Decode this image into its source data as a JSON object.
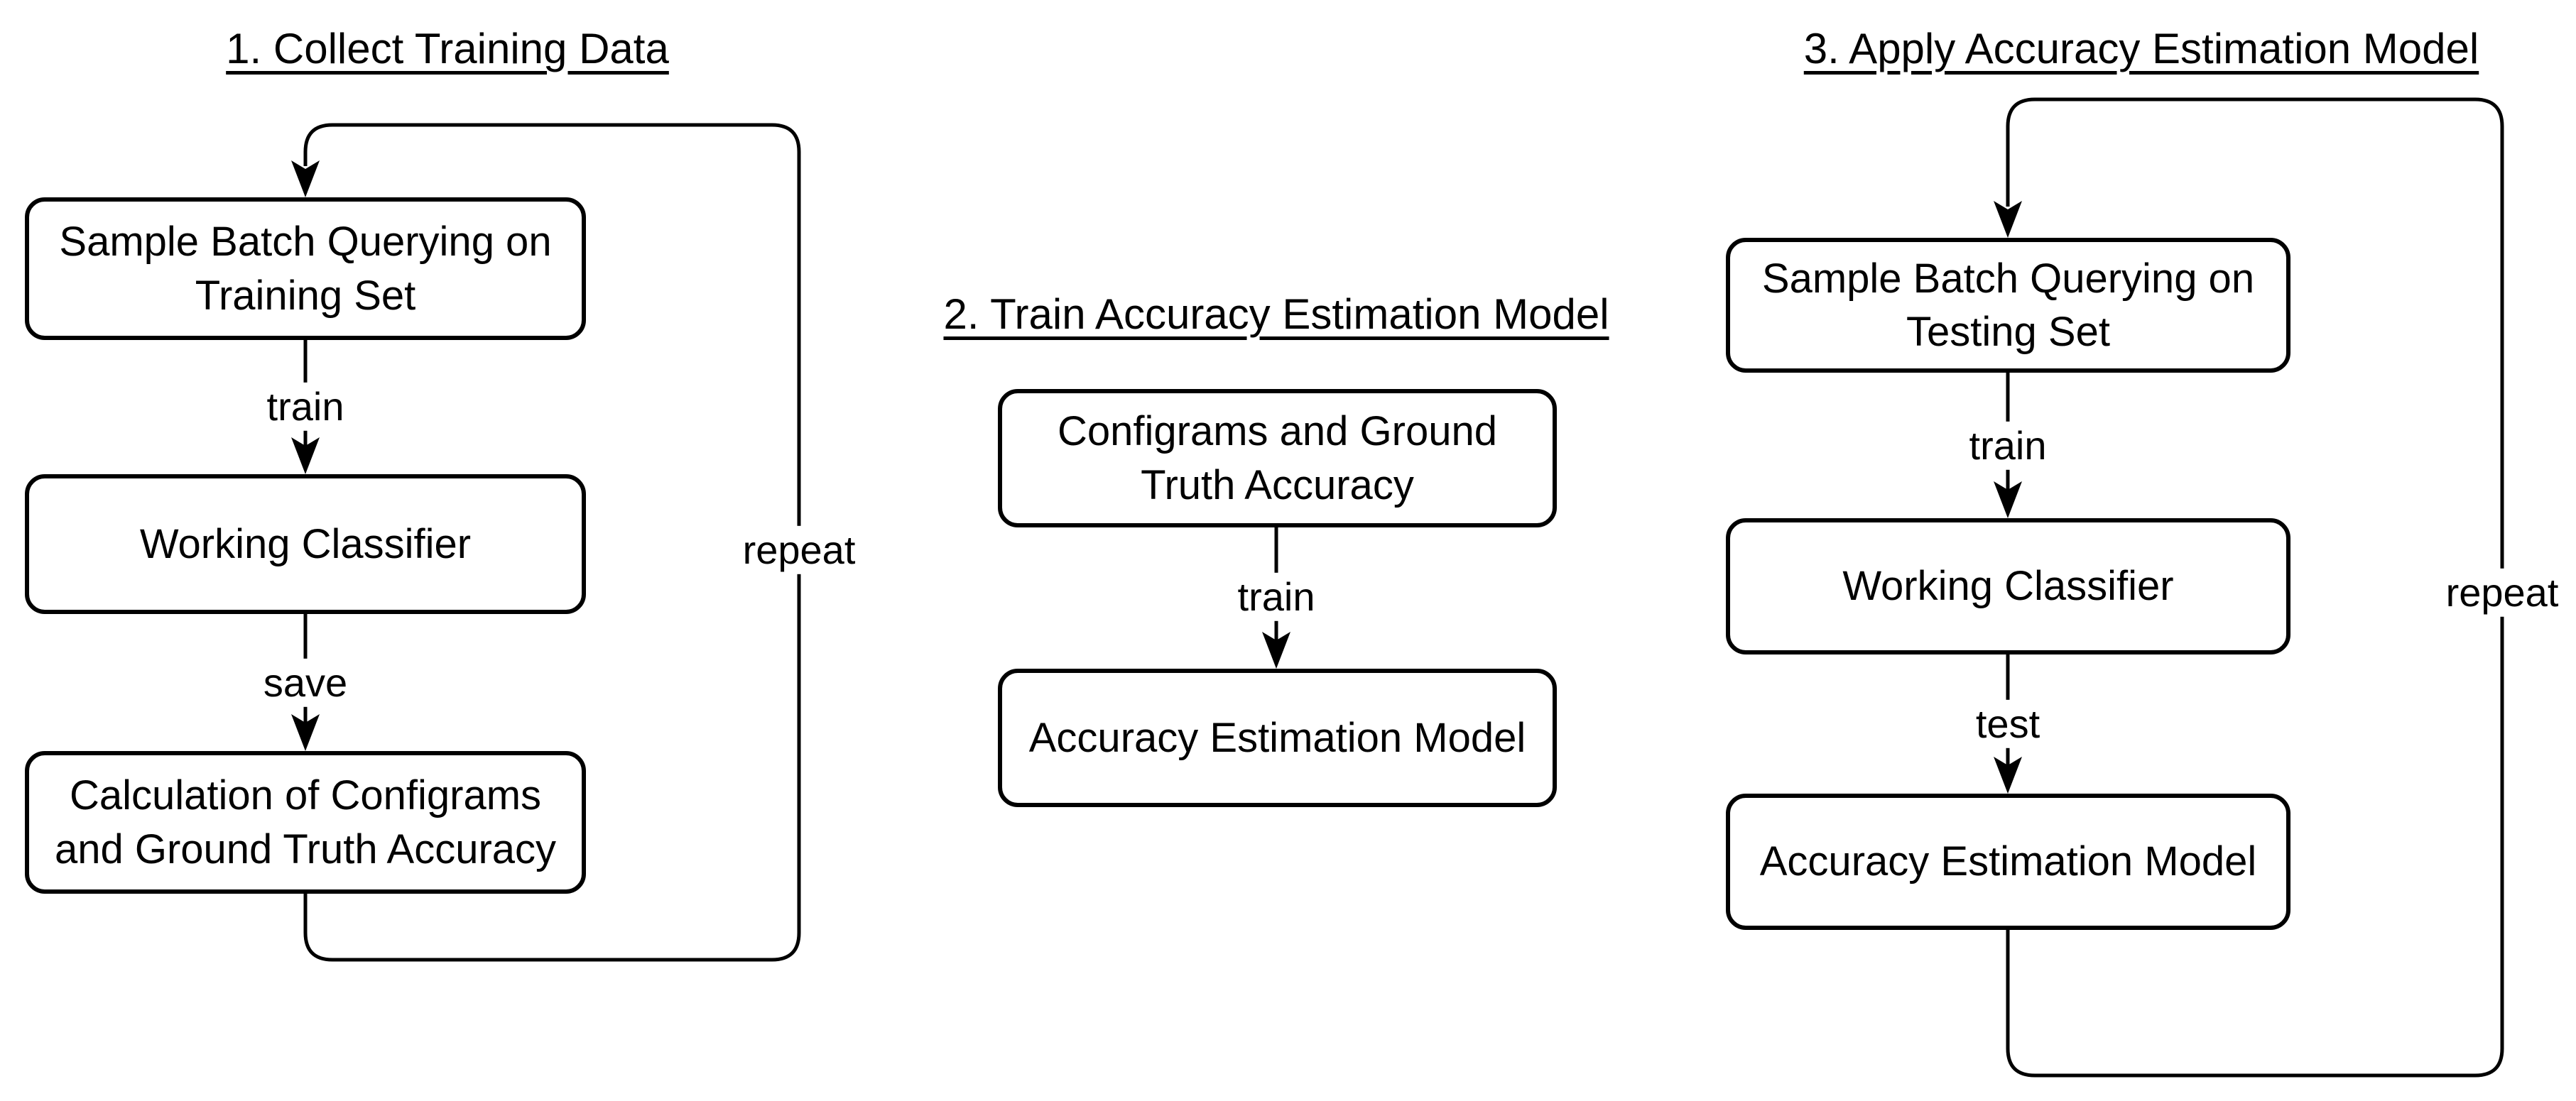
{
  "page": {
    "background_color": "#ffffff",
    "stroke_color": "#000000",
    "box_fill_color": "#ffffff"
  },
  "diagram": {
    "sections": [
      {
        "title": "1. Collect Training Data",
        "nodes": [
          {
            "label": "Sample Batch Querying on\nTraining Set"
          },
          {
            "label": "Working Classifier"
          },
          {
            "label": "Calculation of Configrams\nand Ground Truth Accuracy"
          }
        ],
        "edges": [
          {
            "label": "train"
          },
          {
            "label": "save"
          }
        ],
        "loop": {
          "label": "repeat"
        }
      },
      {
        "title": "2. Train Accuracy Estimation Model",
        "nodes": [
          {
            "label": "Configrams and Ground\nTruth Accuracy"
          },
          {
            "label": "Accuracy Estimation Model"
          }
        ],
        "edges": [
          {
            "label": "train"
          }
        ]
      },
      {
        "title": "3. Apply Accuracy Estimation Model",
        "nodes": [
          {
            "label": "Sample Batch Querying on\nTesting Set"
          },
          {
            "label": "Working Classifier"
          },
          {
            "label": "Accuracy Estimation Model"
          }
        ],
        "edges": [
          {
            "label": "train"
          },
          {
            "label": "test"
          }
        ],
        "loop": {
          "label": "repeat"
        }
      }
    ]
  }
}
